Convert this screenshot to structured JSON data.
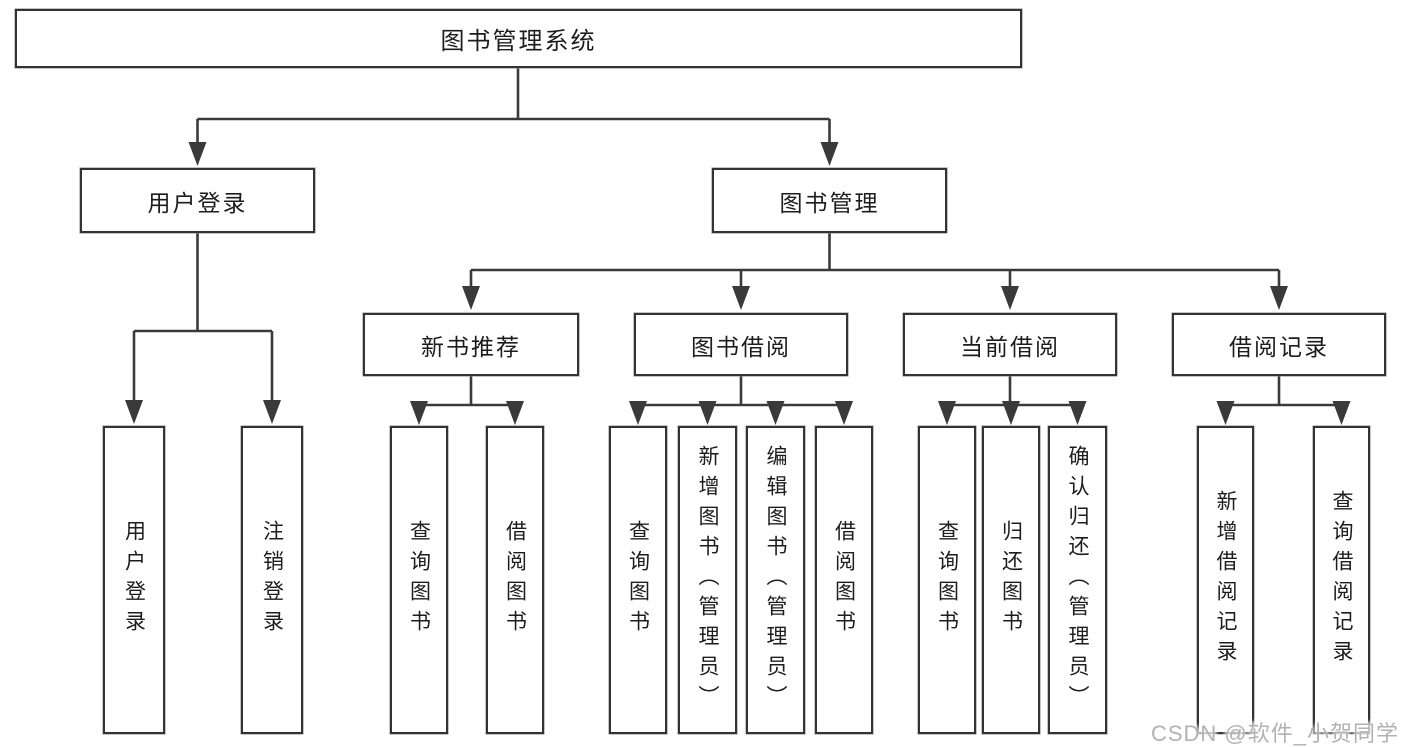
{
  "title": "图书管理系统",
  "level2": {
    "user_login": "用户登录",
    "book_mgmt": "图书管理"
  },
  "branches": {
    "new_book_rec": "新书推荐",
    "book_borrow": "图书借阅",
    "current_borrow": "当前借阅",
    "borrow_record": "借阅记录"
  },
  "leaves": {
    "user_login": [
      "用户登录",
      "注销登录"
    ],
    "new_book_rec": [
      "查询图书",
      "借阅图书"
    ],
    "book_borrow": [
      "查询图书",
      "新增图书（管理员）",
      "编辑图书（管理员）",
      "借阅图书"
    ],
    "current_borrow": [
      "查询图书",
      "归还图书",
      "确认归还（管理员）"
    ],
    "borrow_record": [
      "新增借阅记录",
      "查询借阅记录"
    ]
  },
  "watermark": "CSDN @软件_小贺同学",
  "colors": {
    "background": "#ffffff",
    "line": "#3a3a3a",
    "box_border": "#333333",
    "text": "#1d1d1d",
    "watermark": "#b2b2b2"
  }
}
